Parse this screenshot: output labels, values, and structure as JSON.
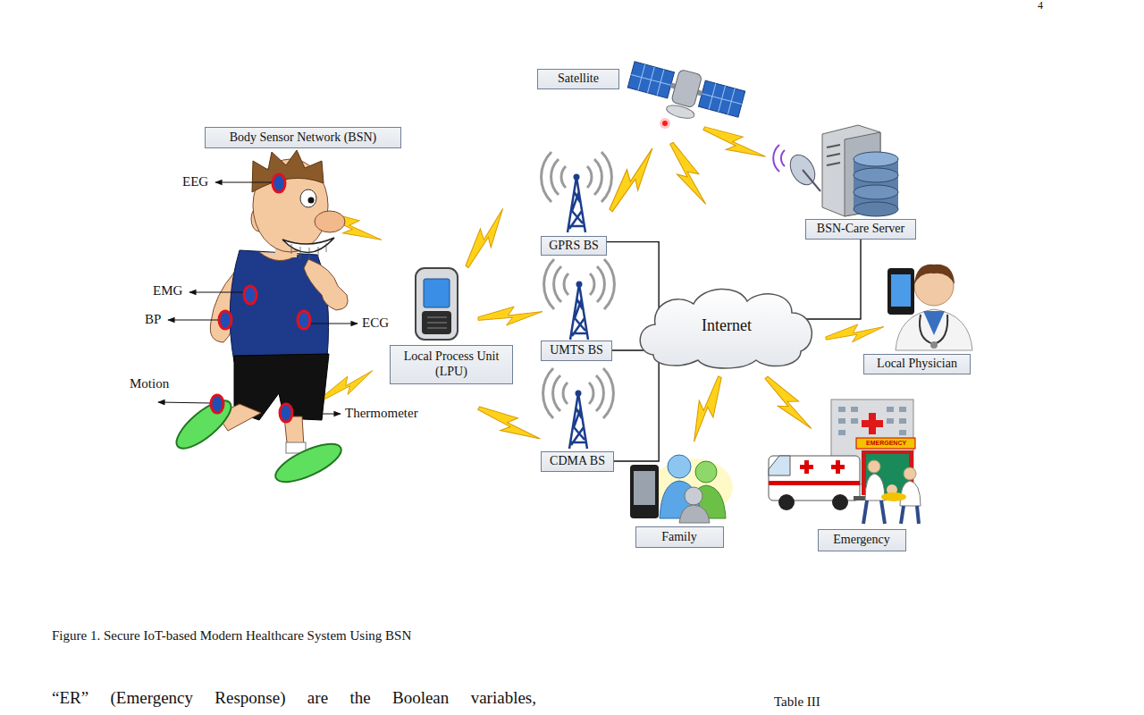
{
  "diagram": {
    "caption": "Figure 1. Secure IoT-based Modern Healthcare System Using BSN",
    "nodes": [
      {
        "text": [
          "Satellite"
        ]
      },
      {
        "text": [
          "Body Sensor Network (BSN)"
        ]
      },
      {
        "text": [
          "GPRS BS"
        ]
      },
      {
        "text": [
          "BSN-Care Server"
        ]
      },
      {
        "text": [
          "Internet"
        ]
      },
      {
        "text": [
          "UMTS BS"
        ]
      },
      {
        "text": [
          "Local Process Unit (LPU)"
        ]
      },
      {
        "text": [
          "Local Physician"
        ]
      },
      {
        "text": [
          "CDMA BS"
        ]
      },
      {
        "text": [
          "Family"
        ]
      },
      {
        "text": [
          "Emergency"
        ]
      }
    ],
    "edges": [
      {
        "from": 2,
        "to": 4,
        "arrow": "none"
      },
      {
        "from": 5,
        "to": 4,
        "arrow": "none"
      },
      {
        "from": 8,
        "to": 4,
        "arrow": "none"
      },
      {
        "from": 4,
        "to": 3,
        "arrow": "none"
      }
    ],
    "labels": [
      "EEG",
      "EMG",
      "BP",
      "ECG",
      "Motion",
      "Thermometer",
      "EMERGENCY",
      "4",
      "“ER” (Emergency Response) are the Boolean variables,",
      "Table III"
    ]
  }
}
